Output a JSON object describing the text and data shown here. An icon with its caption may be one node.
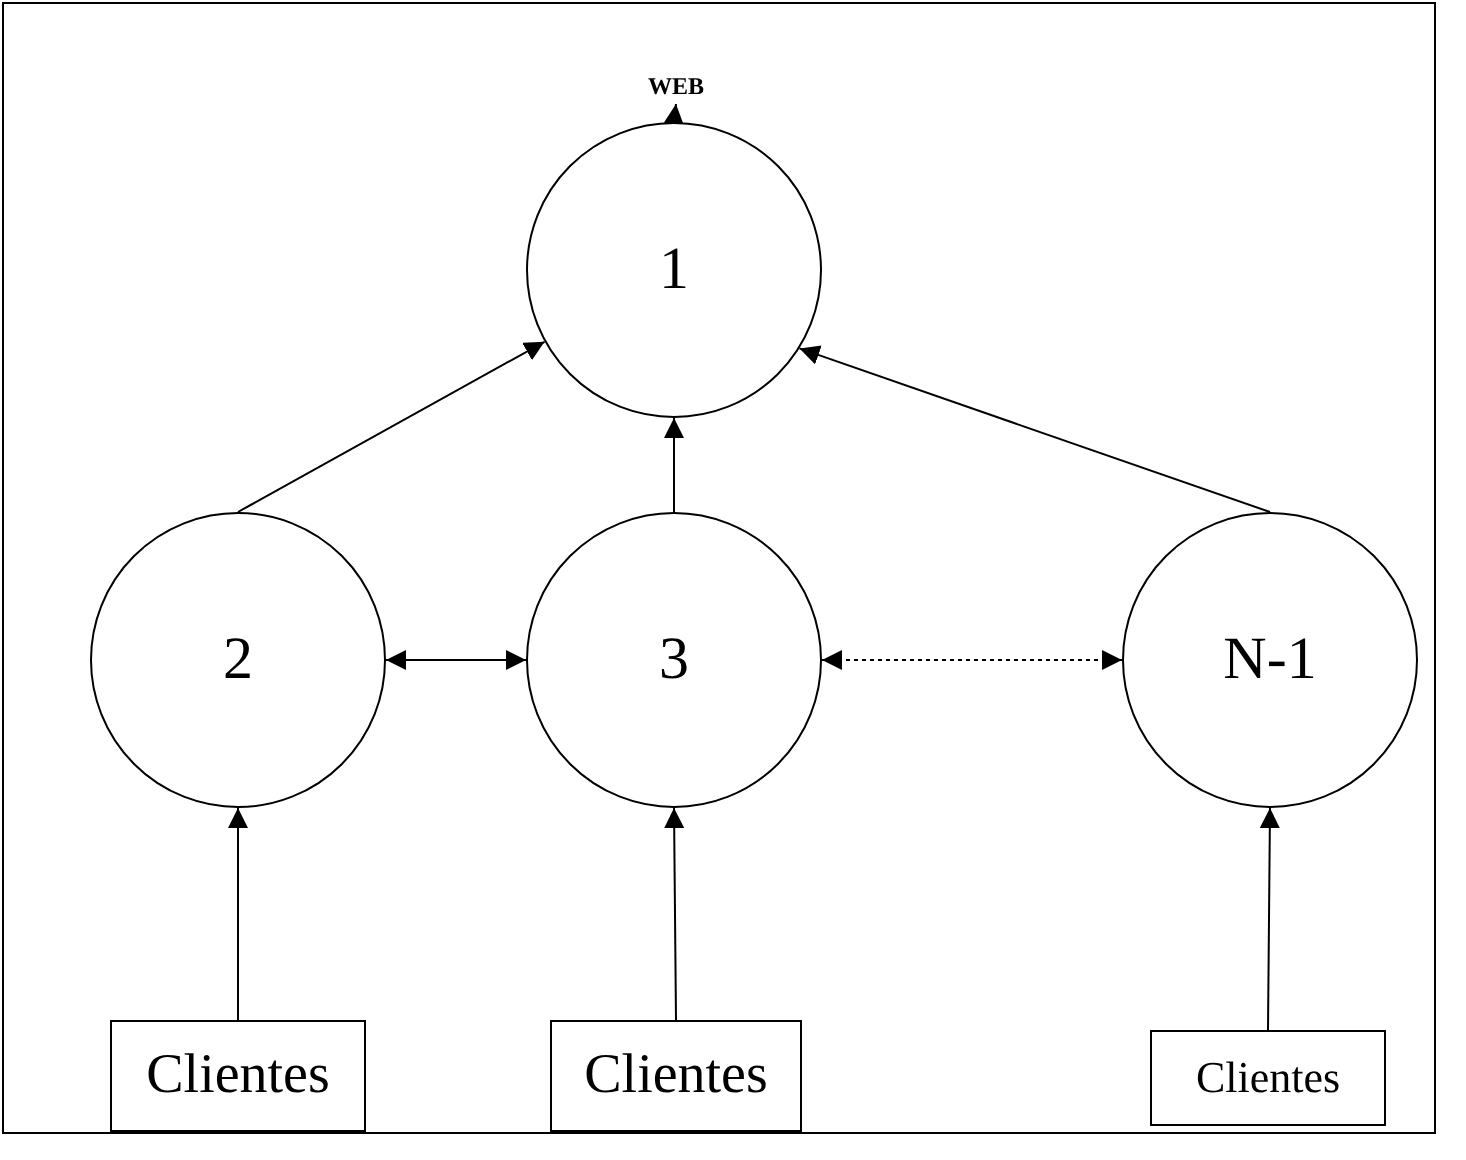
{
  "diagram": {
    "nodes": [
      {
        "text": [
          "WEB"
        ]
      },
      {
        "text": [
          "1"
        ]
      },
      {
        "text": [
          "2"
        ]
      },
      {
        "text": [
          "3"
        ]
      },
      {
        "text": [
          "N-1"
        ]
      },
      {
        "text": [
          "Clientes"
        ]
      },
      {
        "text": [
          "Clientes"
        ]
      },
      {
        "text": [
          "Clientes"
        ]
      }
    ],
    "edges": [
      {
        "from": 1,
        "to": 0,
        "arrow": "to"
      },
      {
        "from": 2,
        "to": 1,
        "arrow": "to"
      },
      {
        "from": 3,
        "to": 1,
        "arrow": "to"
      },
      {
        "from": 4,
        "to": 1,
        "arrow": "to"
      },
      {
        "from": 2,
        "to": 3,
        "arrow": "both"
      },
      {
        "from": 3,
        "to": 4,
        "arrow": "both",
        "style": "dashed"
      },
      {
        "from": 5,
        "to": 2,
        "arrow": "to"
      },
      {
        "from": 6,
        "to": 3,
        "arrow": "to"
      },
      {
        "from": 7,
        "to": 4,
        "arrow": "to"
      }
    ]
  }
}
